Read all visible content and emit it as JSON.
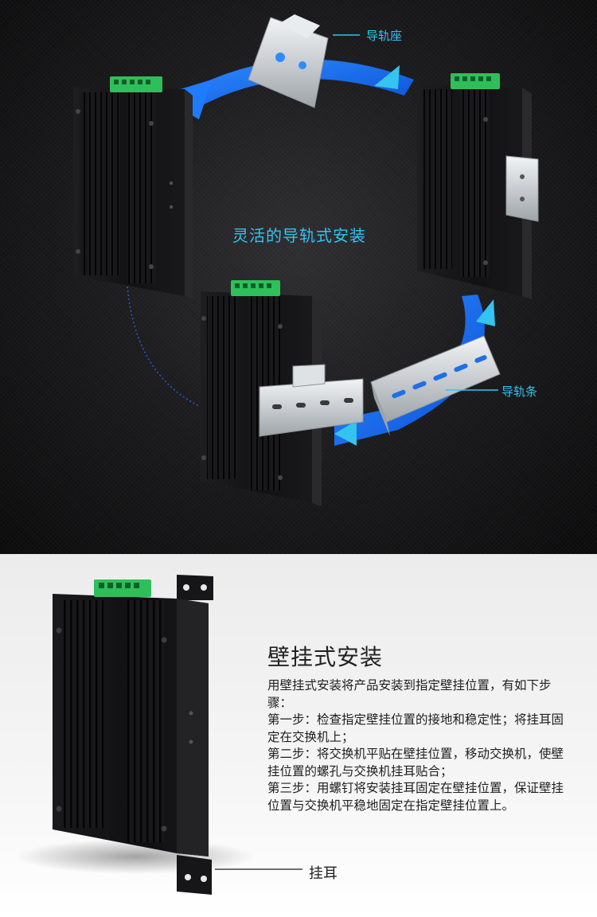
{
  "din_rail": {
    "headline": "灵活的导轨式安装",
    "callout_rail_seat": "导轨座",
    "callout_rail_strip": "导轨条"
  },
  "wall_mount": {
    "title": "壁挂式安装",
    "paragraphs": [
      "用壁挂式安装将产品安装到指定壁挂位置，有如下步骤：",
      "第一步：检查指定壁挂位置的接地和稳定性；将挂耳固定在交换机上；",
      "第二步：将交换机平贴在壁挂位置，移动交换机，使壁挂位置的螺孔与交换机挂耳贴合；",
      "第三步：用螺钉将安装挂耳固定在壁挂位置，保证壁挂位置与交换机平稳地固定在指定壁挂位置上。"
    ],
    "callout_ear": "挂耳"
  },
  "colors": {
    "accent_blue": "#35c3f0",
    "arrow_blue": "#0a6cf0",
    "device_black": "#151517",
    "terminal_green": "#2fbf5a",
    "rail_silver": "#d6d9dc"
  }
}
